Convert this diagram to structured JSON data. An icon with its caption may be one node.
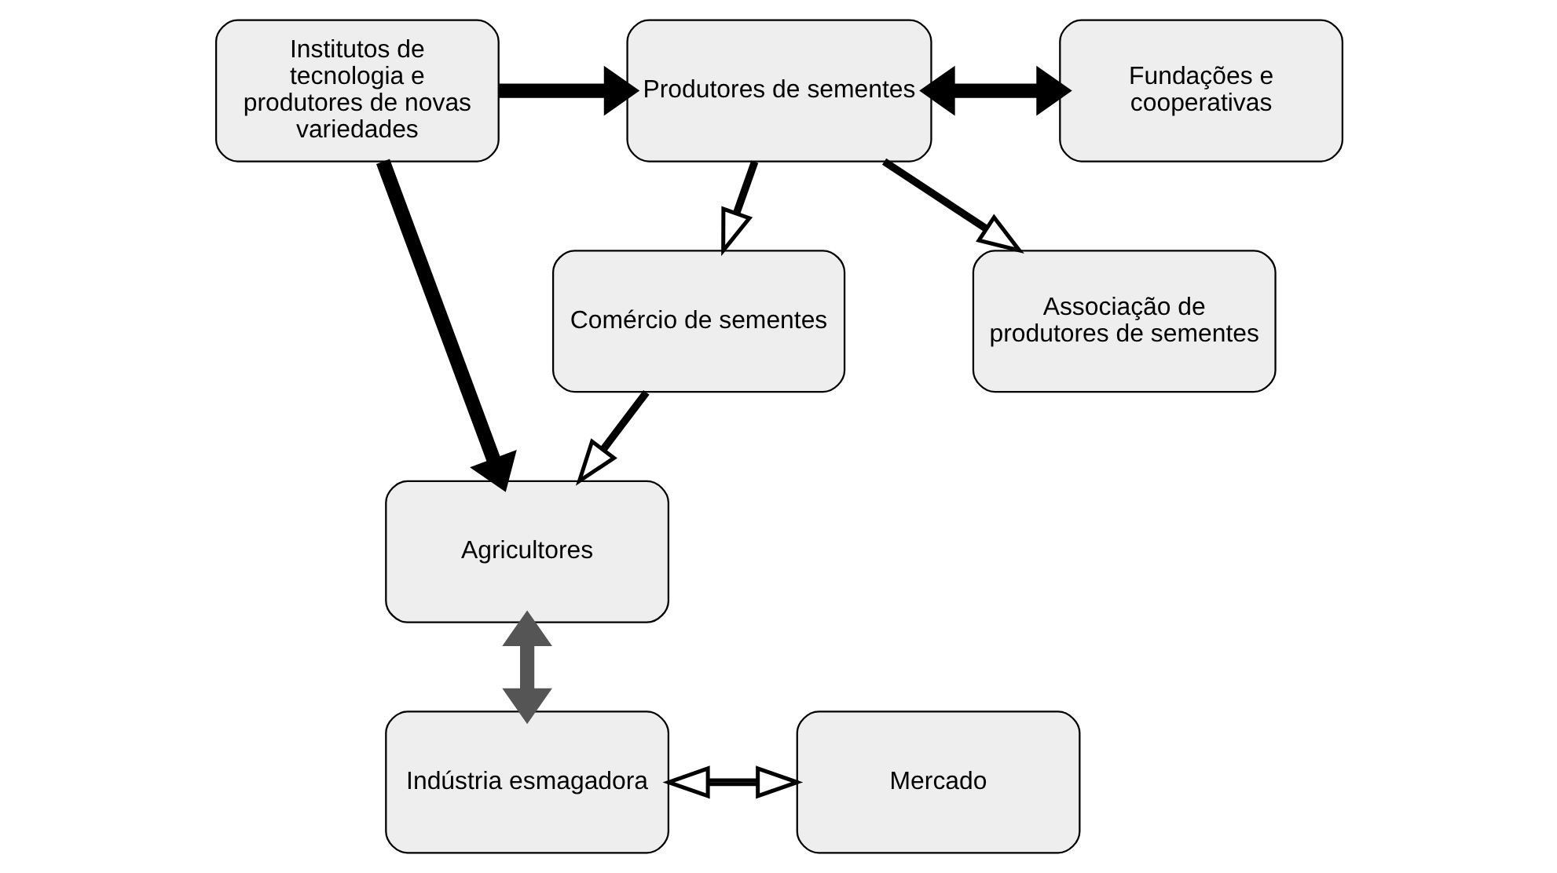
{
  "diagram": {
    "nodes": [
      {
        "text": [
          "Institutos de tecnologia e produtores de novas variedades"
        ]
      },
      {
        "text": [
          "Produtores de sementes"
        ]
      },
      {
        "text": [
          "Fundações e cooperativas"
        ]
      },
      {
        "text": [
          "Comércio de sementes"
        ]
      },
      {
        "text": [
          "Associação de produtores de sementes"
        ]
      },
      {
        "text": [
          "Agricultores"
        ]
      },
      {
        "text": [
          "Indústria esmagadora"
        ]
      },
      {
        "text": [
          "Mercado"
        ]
      }
    ],
    "edges": [
      {
        "from": 0,
        "to": 1,
        "arrow": "to",
        "style": "thick"
      },
      {
        "from": 1,
        "to": 2,
        "arrow": "both",
        "style": "thick"
      },
      {
        "from": 0,
        "to": 5,
        "arrow": "to",
        "style": "thick"
      },
      {
        "from": 1,
        "to": 3,
        "arrow": "to"
      },
      {
        "from": 1,
        "to": 4,
        "arrow": "to"
      },
      {
        "from": 3,
        "to": 5,
        "arrow": "to"
      },
      {
        "from": 5,
        "to": 6,
        "arrow": "both",
        "style": "thick",
        "color": "#555555"
      },
      {
        "from": 6,
        "to": 7,
        "arrow": "both"
      }
    ]
  }
}
